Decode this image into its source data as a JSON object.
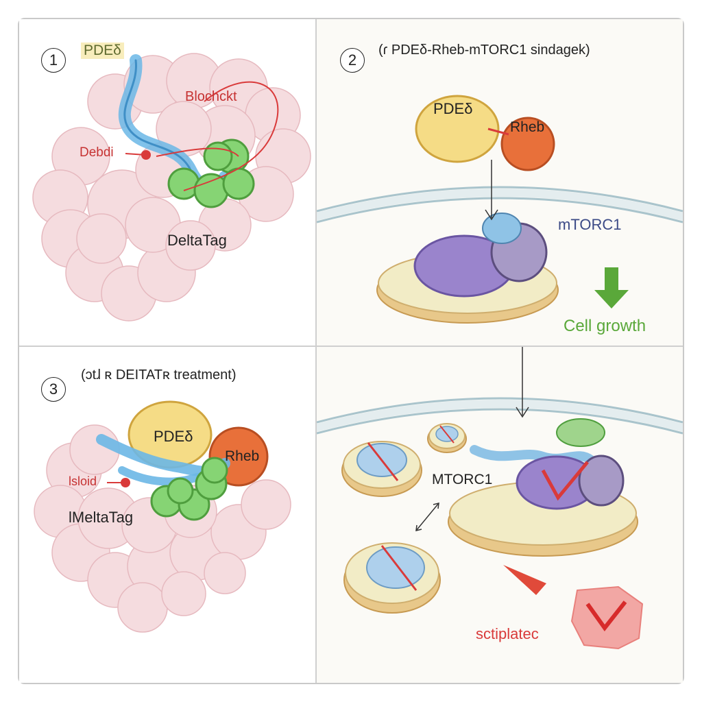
{
  "panels": [
    {
      "number": "1",
      "labels": {
        "pde": "PDEδ",
        "blocked": "Blochckt",
        "bound": "Debdi",
        "drug": "DeltaTag"
      }
    },
    {
      "number": "2",
      "title": "(ɾ PDEδ-Rheb-mTORC1 sindagek)",
      "labels": {
        "pde": "PDEδ",
        "rheb": "Rheb",
        "mtorc": "mTORC1",
        "growth": "Cell growth"
      }
    },
    {
      "number": "3",
      "title": "(ɔtɺ ʀ DEITATʀ treatment)",
      "labels": {
        "pde": "PDEδ",
        "rheb": "Rheb",
        "bound": "lsloid",
        "drug": "lMeltaTag"
      }
    },
    {
      "labels": {
        "mtorc": "MTORC1",
        "outcome": "sctiplatec"
      }
    }
  ],
  "colors": {
    "pde": "#f5dc86",
    "rheb": "#e8703a",
    "mtorc": "#9a84cc",
    "drug_blue": "#6bb7e6",
    "drug_green": "#7fcf6b",
    "protein_pink": "#f3d5d8",
    "accent_red": "#d93a3a",
    "growth_green": "#5aa83a",
    "label_blue": "#3b4a86"
  }
}
